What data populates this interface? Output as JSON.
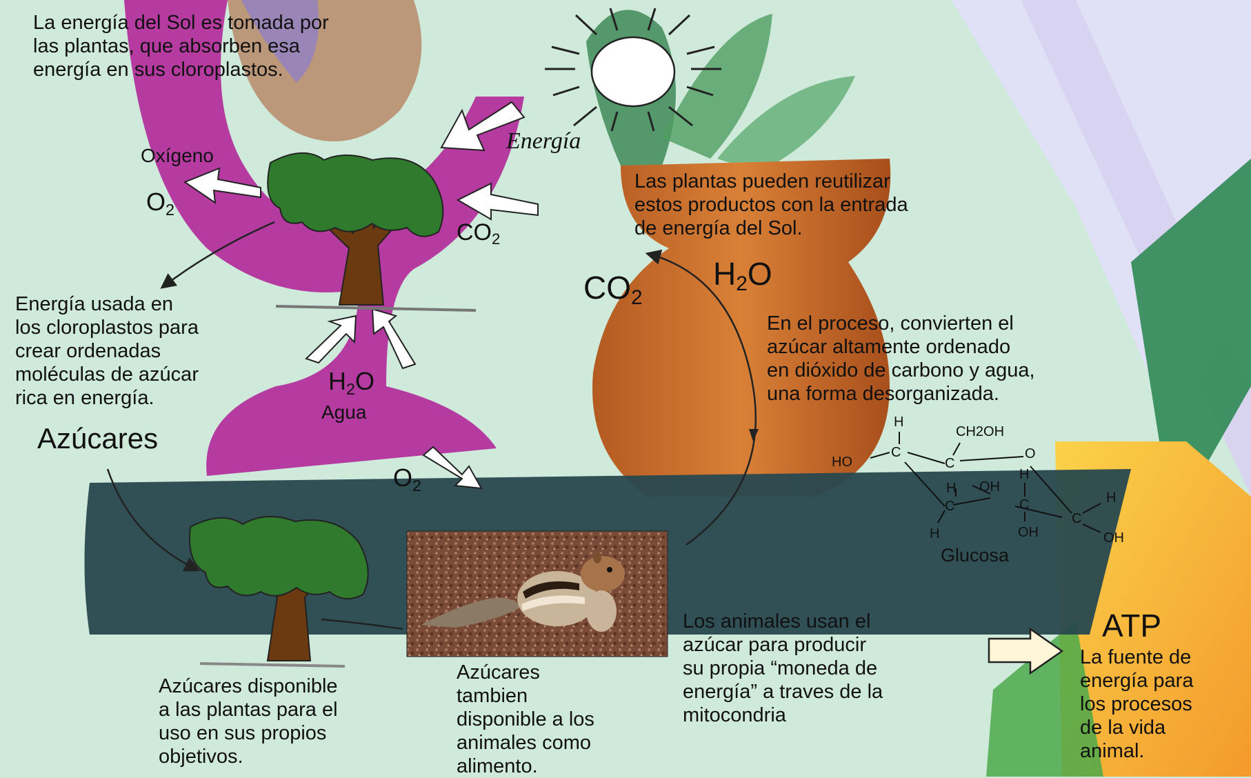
{
  "texts": {
    "sun_intro": "La energía del Sol es tomada por\nlas plantas, que absorben esa\nenergía en sus cloroplastos.",
    "reuse": "Las plantas pueden reutilizar\nestos productos con la entrada\nde energía del Sol.",
    "chloroplast_energy": "Energía usada en\nlos cloroplastos para\ncrear ordenadas\nmoléculas de azúcar\nrica en energía.",
    "process": "En el proceso,  convierten el\nazúcar altamente ordenado\nen dióxido de carbono y agua,\nuna forma desorganizada.",
    "plants_use": "Azúcares disponible\na las plantas para el\nuso en sus propios\nobjetivos.",
    "animals_food": "Azúcares\ntambien\ndisponible a los\nanimales como\nalimento.",
    "animals_atp": "Los animales usan el\nazúcar para producir\nsu propia “moneda de\nenergía” a traves de la\nmitocondria",
    "atp_desc": "La fuente de\nenergía para\nlos procesos\nde la vida\nanimal."
  },
  "labels": {
    "energia": "Energía",
    "oxigeno": "Oxígeno",
    "agua": "Agua",
    "azucares": "Azúcares",
    "atp": "ATP",
    "glucosa": "Glucosa"
  },
  "chem": {
    "o2_top": {
      "base": "O",
      "sub": "2"
    },
    "co2_top": {
      "base": "CO",
      "sub": "2"
    },
    "h2o_bottom": {
      "pre": "H",
      "sub": "2",
      "post": "O"
    },
    "co2_center": {
      "base": "CO",
      "sub": "2"
    },
    "h2o_center": {
      "pre": "H",
      "sub": "2",
      "post": "O"
    },
    "o2_middle": {
      "base": "O",
      "sub": "2"
    }
  },
  "glucose_labels": {
    "h_top": "H",
    "c1": "C",
    "ho_left": "HO",
    "ch2oh": "CH2OH",
    "c5": "C",
    "o_ring": "O",
    "h_c5": "H",
    "oh_c4": "OH",
    "h_c3": "H",
    "c2": "C",
    "c3": "C",
    "c4": "C",
    "h_c2": "H",
    "oh_c3": "OH",
    "h_right": "H",
    "oh_right": "OH"
  },
  "colors": {
    "background": "#cfe9da",
    "magenta_shape": "#b3329e",
    "pot_orange": "#c46a2c",
    "dark_band": "#27484f",
    "leaf_green": "#2f7a2c",
    "trunk_brown": "#6b3a10",
    "atp_yellow": "#f7b43a",
    "text": "#111111"
  },
  "icons": [
    "sun-icon",
    "tree-icon",
    "chipmunk-photo",
    "outline-arrow-icon",
    "glucose-structure"
  ]
}
